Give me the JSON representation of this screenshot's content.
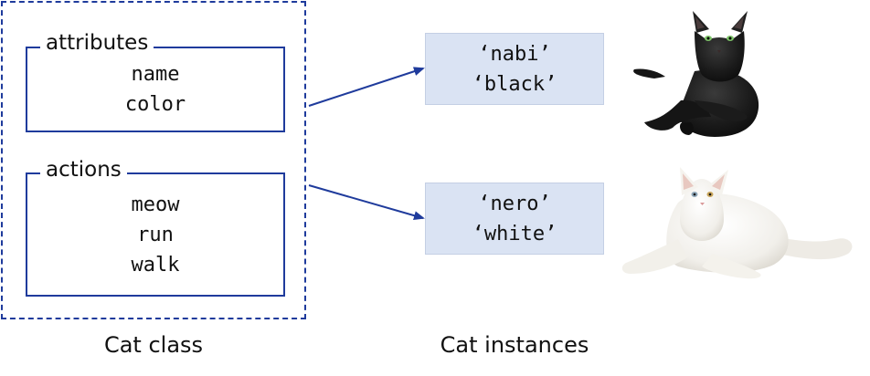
{
  "class_diagram": {
    "attributes_title": "attributes",
    "attributes": [
      "name",
      "color"
    ],
    "actions_title": "actions",
    "actions": [
      "meow",
      "run",
      "walk"
    ],
    "caption": "Cat class"
  },
  "instances": [
    {
      "name": "‘nabi’",
      "color": "‘black’",
      "picture": "black cat"
    },
    {
      "name": "‘nero’",
      "color": "‘white’",
      "picture": "white cat"
    }
  ],
  "instances_caption": "Cat instances",
  "colors": {
    "accent": "#1f3b9c",
    "instance_fill": "#dae3f3"
  }
}
